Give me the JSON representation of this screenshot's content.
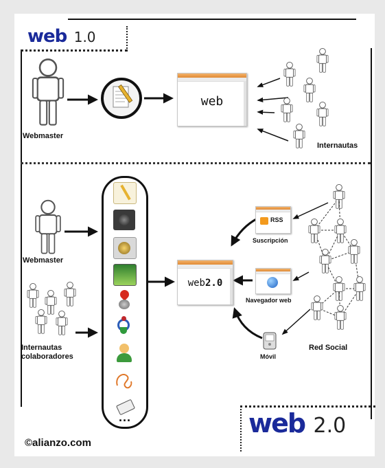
{
  "top": {
    "logo_word": "web",
    "logo_version": "1.0",
    "webmaster_label": "Webmaster",
    "window_text": "web",
    "users_label": "Internautas"
  },
  "bottom": {
    "webmaster_label": "Webmaster",
    "collab_label_line1": "Internautas",
    "collab_label_line2": "colaboradores",
    "window_text_prefix": "web",
    "window_text_version": "2.0",
    "rss_badge": "RSS",
    "rss_label": "Suscripción",
    "browser_label": "Navegador web",
    "mobile_label": "Móvil",
    "social_label": "Red Social",
    "more_dots": "...",
    "logo_word": "web",
    "logo_version": "2.0"
  },
  "footer": {
    "credit": "©alianzo.com"
  },
  "tools": [
    {
      "icon": "pencil-notepad-icon"
    },
    {
      "icon": "speaker-audio-icon"
    },
    {
      "icon": "video-film-icon"
    },
    {
      "icon": "photo-landscape-icon"
    },
    {
      "icon": "map-pin-globe-icon"
    },
    {
      "icon": "wikimedia-icon"
    },
    {
      "icon": "user-avatar-icon"
    },
    {
      "icon": "scribble-sketch-icon"
    },
    {
      "icon": "price-tag-icon"
    }
  ],
  "colors": {
    "logo_blue": "#1a2a9a",
    "window_titlebar": "#e08a35",
    "rss_orange": "#f39a1e",
    "pin_red": "#d62b1f"
  }
}
